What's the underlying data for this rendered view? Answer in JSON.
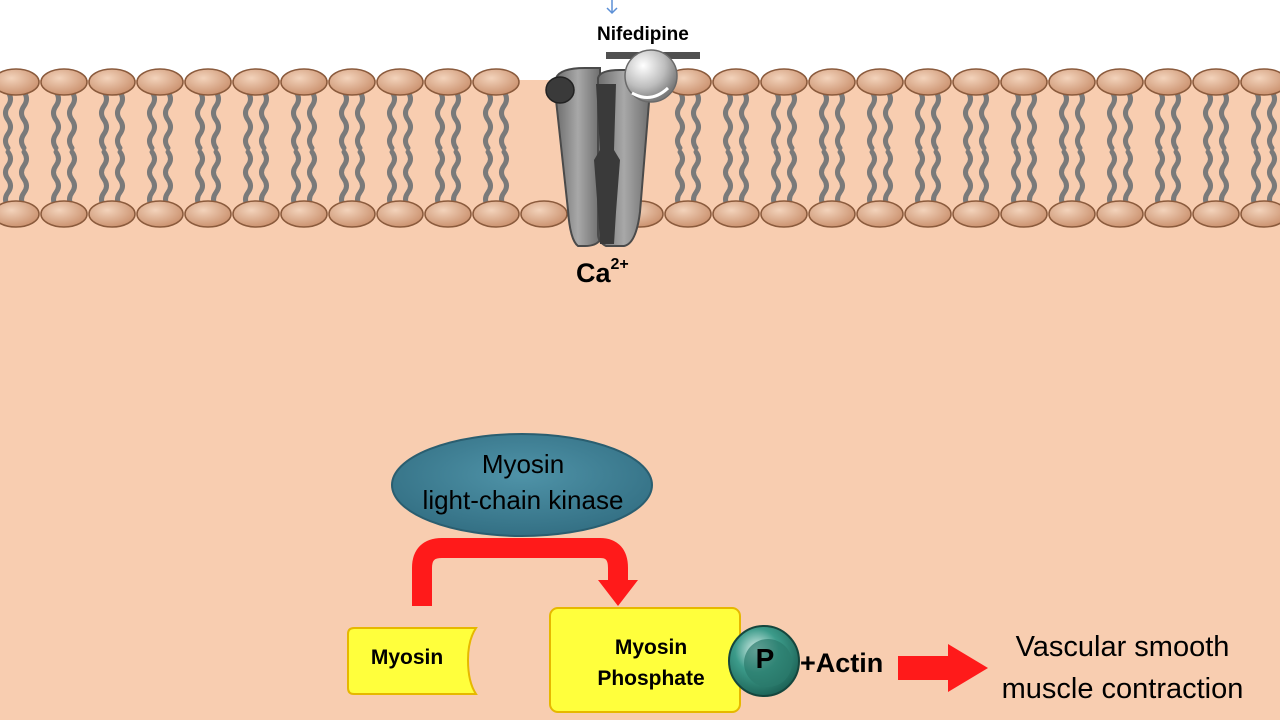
{
  "labels": {
    "drug": "Nifedipine",
    "ion": "Ca",
    "ion_charge": "2+",
    "enzyme_line1": "Myosin",
    "enzyme_line2": "light-chain kinase",
    "substrate": "Myosin",
    "product_line1": "Myosin",
    "product_line2": "Phosphate",
    "phosphate": "P",
    "partner": "+Actin",
    "outcome_line1": "Vascular smooth",
    "outcome_line2": "muscle contraction"
  },
  "colors": {
    "cytoplasm": "#f8cdb0",
    "lipid_head": "#d9a583",
    "lipid_head_stroke": "#8a5a3c",
    "lipid_tail": "#7a7a7a",
    "channel": "#8c8c8c",
    "channel_dark": "#3a3a3a",
    "enzyme": "#3f7f94",
    "box_fill": "#ffff3c",
    "box_stroke": "#e6b800",
    "phosphate_fill": "#2e8a7a",
    "arrow": "#ff1a1a",
    "drug_bar": "#505050"
  },
  "icons": {
    "channel": "calcium-channel-icon",
    "drug": "nifedipine-sphere-icon",
    "phosphate": "phosphate-circle-icon"
  }
}
